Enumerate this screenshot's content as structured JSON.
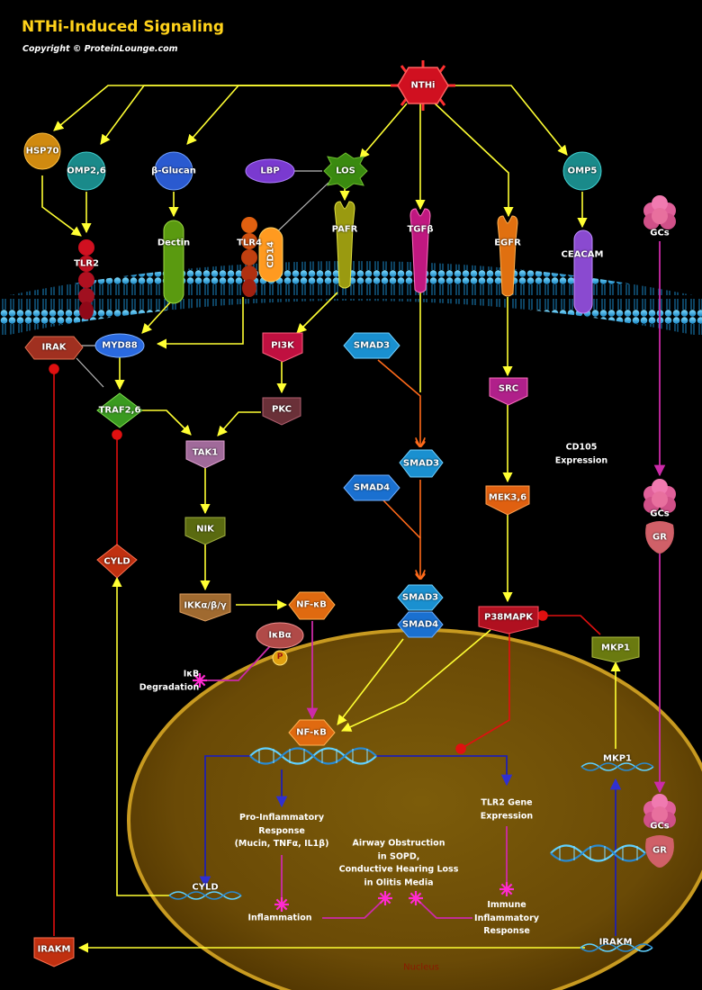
{
  "title": "NTHi-Induced Signaling",
  "copyright": "Copyright © ProteinLounge.com",
  "nucleus_label": "Nucleus",
  "colors": {
    "background": "#000000",
    "title": "#ffd21a",
    "arrow_activation": "#ffff33",
    "arrow_inhibition": "#e01010",
    "arrow_smad": "#ff6a1a",
    "arrow_gcs": "#cc2aa8",
    "arrow_nuclear": "#1a1aa8",
    "arrow_complex": "#bbbbbb",
    "nucleus_fill": "#7a5a0a",
    "nucleus_border": "#c89a20",
    "membrane": "#32b4e6"
  },
  "nodes": {
    "nthi": "NTHi",
    "hsp70": "HSP70",
    "omp26": "OMP2,6",
    "bglucan": "β-Glucan",
    "lbp": "LBP",
    "los": "LOS",
    "omp5": "OMP5",
    "gcs": "GCs",
    "tlr2": "TLR2",
    "dectin": "Dectin",
    "tlr4": "TLR4",
    "cd14": "CD14",
    "pafr": "PAFR",
    "tgfb": "TGFβ",
    "egfr": "EGFR",
    "ceacam": "CEACAM",
    "irak": "IRAK",
    "myd88": "MYD88",
    "pi3k": "PI3K",
    "smad3_a": "SMAD3",
    "src": "SRC",
    "traf26": "TRAF2,6",
    "pkc": "PKC",
    "tak1": "TAK1",
    "smad3_b": "SMAD3",
    "smad4_a": "SMAD4",
    "mek36": "MEK3,6",
    "gcs_gr1": "GCs",
    "gr1": "GR",
    "cyld": "CYLD",
    "nik": "NIK",
    "ikk": "IKKα/β/γ",
    "nfkb_c": "NF-κB",
    "ikba": "IκBα",
    "p": "P",
    "smad3_c": "SMAD3",
    "smad4_c": "SMAD4",
    "p38": "P38MAPK",
    "mkp1": "MKP1",
    "nfkb_n": "NF-κB",
    "mkp1_gene": "MKP1",
    "gcs_gr2": "GCs",
    "gr2": "GR",
    "cyld_gene": "CYLD",
    "irakm_gene": "IRAKM",
    "irakm": "IRAKM"
  },
  "labels": {
    "cd105": "CD105\nExpression",
    "ikb_deg": "IκB\nDegradation",
    "tlr2gene": "TLR2 Gene\nExpression",
    "proinf": "Pro-Inflammatory\nResponse\n(Mucin, TNFα, IL1β)",
    "airway": "Airway Obstruction\nin SOPD,\nConductive Hearing Loss\nin Olitis Media",
    "inflammation": "Inflammation",
    "immune": "Immune\nInflammatory\nResponse"
  }
}
